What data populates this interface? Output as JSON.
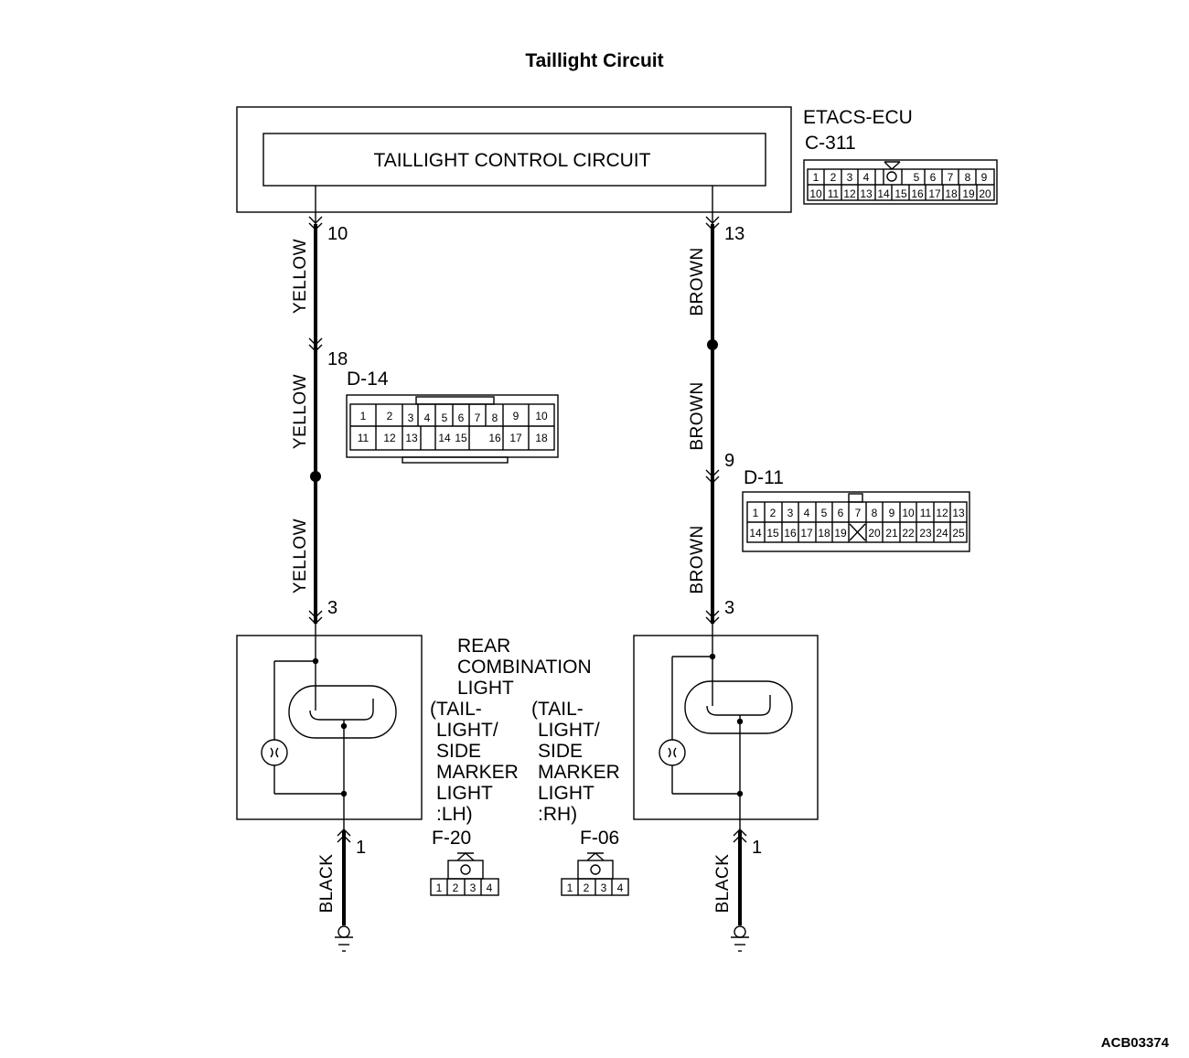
{
  "title": "Taillight Circuit",
  "code": "ACB03374",
  "ecu": {
    "name": "ETACS-ECU",
    "connector": "C-311",
    "circuit_label": "TAILLIGHT CONTROL CIRCUIT",
    "pins_row1": [
      "1",
      "2",
      "3",
      "4",
      "5",
      "6",
      "7",
      "8",
      "9"
    ],
    "pins_row2": [
      "10",
      "11",
      "12",
      "13",
      "14",
      "15",
      "16",
      "17",
      "18",
      "19",
      "20"
    ]
  },
  "left_wire": {
    "pin_ecu": "10",
    "pin_d14": "18",
    "pin_lamp": "3",
    "color_1": "YELLOW",
    "color_2": "YELLOW",
    "color_3": "YELLOW"
  },
  "right_wire": {
    "pin_ecu": "13",
    "pin_d11": "9",
    "pin_lamp": "3",
    "color_1": "BROWN",
    "color_2": "BROWN",
    "color_3": "BROWN"
  },
  "d14": {
    "name": "D-14",
    "row1": [
      "1",
      "2",
      "3",
      "4",
      "5",
      "6",
      "7",
      "8",
      "9",
      "10"
    ],
    "row2": [
      "11",
      "12",
      "13",
      "14",
      "15",
      "16",
      "17",
      "18"
    ]
  },
  "d11": {
    "name": "D-11",
    "row1": [
      "1",
      "2",
      "3",
      "4",
      "5",
      "6",
      "7",
      "8",
      "9",
      "10",
      "11",
      "12",
      "13"
    ],
    "row2": [
      "14",
      "15",
      "16",
      "17",
      "18",
      "19",
      "20",
      "21",
      "22",
      "23",
      "24",
      "25"
    ]
  },
  "lamp": {
    "line1": "REAR",
    "line2": "COMBINATION",
    "line3": "LIGHT",
    "lh": [
      "(TAIL-",
      "LIGHT/",
      "SIDE",
      "MARKER",
      "LIGHT",
      ":LH)"
    ],
    "rh": [
      "(TAIL-",
      "LIGHT/",
      "SIDE",
      "MARKER",
      "LIGHT",
      ":RH)"
    ]
  },
  "ground": {
    "left_pin": "1",
    "right_pin": "1",
    "left_color": "BLACK",
    "right_color": "BLACK"
  },
  "f20": {
    "name": "F-20",
    "pins": [
      "1",
      "2",
      "3",
      "4"
    ]
  },
  "f06": {
    "name": "F-06",
    "pins": [
      "1",
      "2",
      "3",
      "4"
    ]
  }
}
